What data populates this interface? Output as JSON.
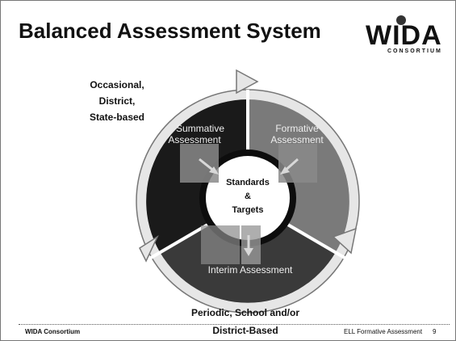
{
  "slide": {
    "title": "Balanced Assessment System"
  },
  "logo": {
    "main": "WIDA",
    "sub": "CONSORTIUM"
  },
  "cycle": {
    "summative": [
      "Summative",
      "Assessment"
    ],
    "formative": [
      "Formative",
      "Assessment"
    ],
    "interim": "Interim Assessment",
    "center": [
      "Standards",
      "&",
      "Targets"
    ]
  },
  "labels": {
    "left": [
      "Occasional,",
      "District,",
      "State-based"
    ],
    "bottom": [
      "Periodic, School and/or",
      "District-Based"
    ]
  },
  "footer": {
    "left": "WIDA Consortium",
    "right": "ELL Formative Assessment",
    "page": "9"
  },
  "colors": {
    "summative": "#1a1a1a",
    "formative": "#7a7a7a",
    "interim": "#3a3a3a",
    "arrow": "#e8e8e8",
    "square": "#8a8a8a"
  }
}
